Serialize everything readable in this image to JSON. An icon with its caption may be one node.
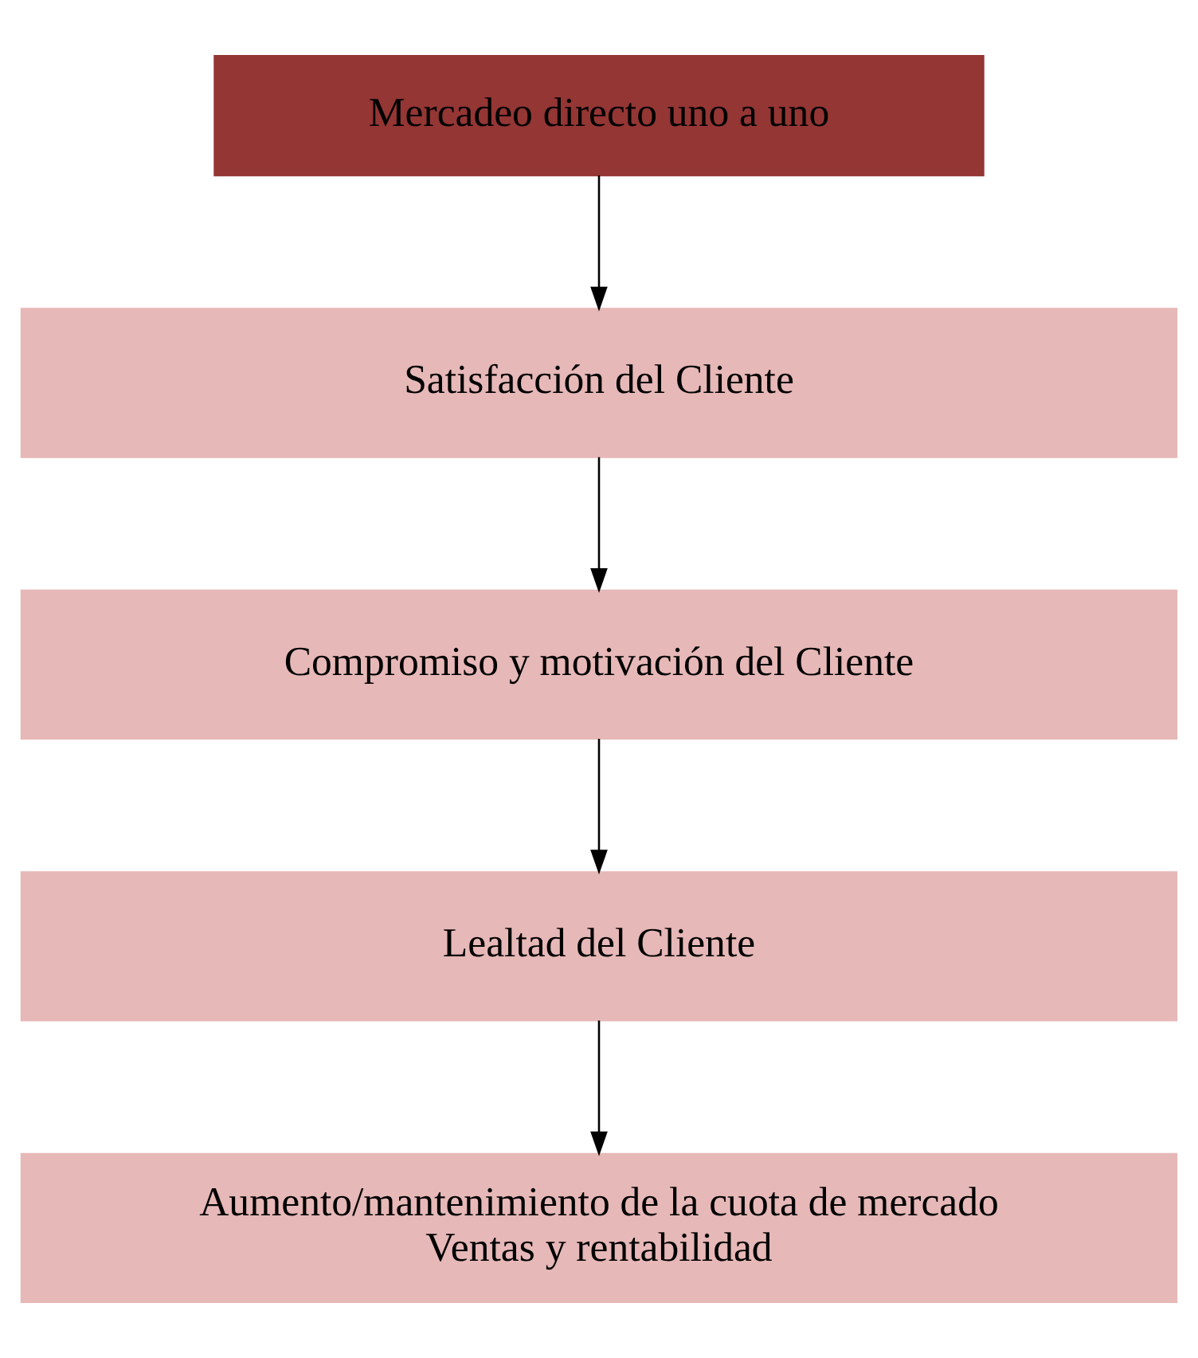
{
  "diagram": {
    "nodes": [
      {
        "text": [
          "Mercadeo directo uno a uno"
        ]
      },
      {
        "text": [
          "Satisfacción del Cliente"
        ]
      },
      {
        "text": [
          "Compromiso y motivación del Cliente"
        ]
      },
      {
        "text": [
          "Lealtad del Cliente"
        ]
      },
      {
        "text": [
          "Aumento/mantenimiento de la cuota de mercado",
          "Ventas y rentabilidad"
        ]
      }
    ],
    "edges": [
      {
        "from": 0,
        "to": 1,
        "arrow": "to"
      },
      {
        "from": 1,
        "to": 2,
        "arrow": "to"
      },
      {
        "from": 2,
        "to": 3,
        "arrow": "to"
      },
      {
        "from": 3,
        "to": 4,
        "arrow": "to"
      }
    ]
  }
}
